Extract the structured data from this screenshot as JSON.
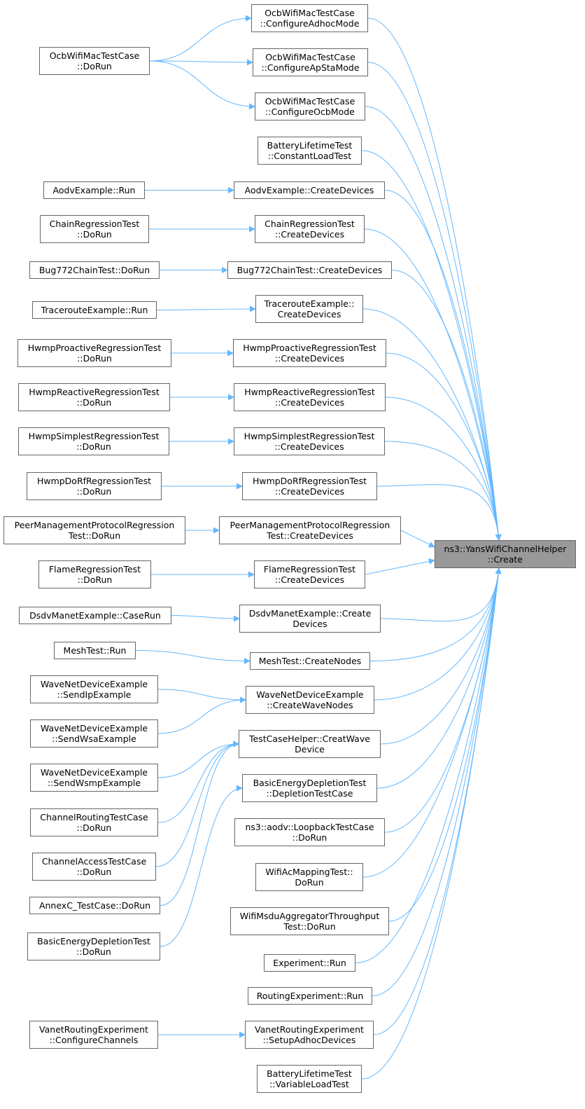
{
  "graph": {
    "edge_color": "#63b8ff",
    "target": {
      "id": "target",
      "lines": [
        "ns3::YansWifiChannelHelper",
        "::Create"
      ]
    },
    "nodes": [
      {
        "id": "m1",
        "lines": [
          "OcbWifiMacTestCase",
          "::ConfigureAdhocMode"
        ]
      },
      {
        "id": "m2",
        "lines": [
          "OcbWifiMacTestCase",
          "::ConfigureApStaMode"
        ]
      },
      {
        "id": "m3",
        "lines": [
          "OcbWifiMacTestCase",
          "::ConfigureOcbMode"
        ]
      },
      {
        "id": "m4",
        "lines": [
          "BatteryLifetimeTest",
          "::ConstantLoadTest"
        ]
      },
      {
        "id": "m5",
        "lines": [
          "AodvExample::CreateDevices"
        ]
      },
      {
        "id": "m6",
        "lines": [
          "ChainRegressionTest",
          "::CreateDevices"
        ]
      },
      {
        "id": "m7",
        "lines": [
          "Bug772ChainTest::CreateDevices"
        ]
      },
      {
        "id": "m8",
        "lines": [
          "TracerouteExample::",
          "CreateDevices"
        ]
      },
      {
        "id": "m9",
        "lines": [
          "HwmpProactiveRegressionTest",
          "::CreateDevices"
        ]
      },
      {
        "id": "m10",
        "lines": [
          "HwmpReactiveRegressionTest",
          "::CreateDevices"
        ]
      },
      {
        "id": "m11",
        "lines": [
          "HwmpSimplestRegressionTest",
          "::CreateDevices"
        ]
      },
      {
        "id": "m12",
        "lines": [
          "HwmpDoRfRegressionTest",
          "::CreateDevices"
        ]
      },
      {
        "id": "m13",
        "lines": [
          "PeerManagementProtocolRegression",
          "Test::CreateDevices"
        ]
      },
      {
        "id": "m14",
        "lines": [
          "FlameRegressionTest",
          "::CreateDevices"
        ]
      },
      {
        "id": "m15",
        "lines": [
          "DsdvManetExample::Create",
          "Devices"
        ]
      },
      {
        "id": "m16",
        "lines": [
          "MeshTest::CreateNodes"
        ]
      },
      {
        "id": "m17",
        "lines": [
          "WaveNetDeviceExample",
          "::CreateWaveNodes"
        ]
      },
      {
        "id": "m18",
        "lines": [
          "TestCaseHelper::CreatWave",
          "Device"
        ]
      },
      {
        "id": "m19",
        "lines": [
          "BasicEnergyDepletionTest",
          "::DepletionTestCase"
        ]
      },
      {
        "id": "m20",
        "lines": [
          "ns3::aodv::LoopbackTestCase",
          "::DoRun"
        ]
      },
      {
        "id": "m21",
        "lines": [
          "WifiAcMappingTest::",
          "DoRun"
        ]
      },
      {
        "id": "m22",
        "lines": [
          "WifiMsduAggregatorThroughput",
          "Test::DoRun"
        ]
      },
      {
        "id": "m23",
        "lines": [
          "Experiment::Run"
        ]
      },
      {
        "id": "m24",
        "lines": [
          "RoutingExperiment::Run"
        ]
      },
      {
        "id": "m25",
        "lines": [
          "VanetRoutingExperiment",
          "::SetupAdhocDevices"
        ]
      },
      {
        "id": "m26",
        "lines": [
          "BatteryLifetimeTest",
          "::VariableLoadTest"
        ]
      },
      {
        "id": "l1",
        "lines": [
          "OcbWifiMacTestCase",
          "::DoRun"
        ]
      },
      {
        "id": "l2",
        "lines": [
          "AodvExample::Run"
        ]
      },
      {
        "id": "l3",
        "lines": [
          "ChainRegressionTest",
          "::DoRun"
        ]
      },
      {
        "id": "l4",
        "lines": [
          "Bug772ChainTest::DoRun"
        ]
      },
      {
        "id": "l5",
        "lines": [
          "TracerouteExample::Run"
        ]
      },
      {
        "id": "l6",
        "lines": [
          "HwmpProactiveRegressionTest",
          "::DoRun"
        ]
      },
      {
        "id": "l7",
        "lines": [
          "HwmpReactiveRegressionTest",
          "::DoRun"
        ]
      },
      {
        "id": "l8",
        "lines": [
          "HwmpSimplestRegressionTest",
          "::DoRun"
        ]
      },
      {
        "id": "l9",
        "lines": [
          "HwmpDoRfRegressionTest",
          "::DoRun"
        ]
      },
      {
        "id": "l10",
        "lines": [
          "PeerManagementProtocolRegression",
          "Test::DoRun"
        ]
      },
      {
        "id": "l11",
        "lines": [
          "FlameRegressionTest",
          "::DoRun"
        ]
      },
      {
        "id": "l12",
        "lines": [
          "DsdvManetExample::CaseRun"
        ]
      },
      {
        "id": "l13",
        "lines": [
          "MeshTest::Run"
        ]
      },
      {
        "id": "l14",
        "lines": [
          "WaveNetDeviceExample",
          "::SendIpExample"
        ]
      },
      {
        "id": "l15",
        "lines": [
          "WaveNetDeviceExample",
          "::SendWsaExample"
        ]
      },
      {
        "id": "l16",
        "lines": [
          "WaveNetDeviceExample",
          "::SendWsmpExample"
        ]
      },
      {
        "id": "l17",
        "lines": [
          "ChannelRoutingTestCase",
          "::DoRun"
        ]
      },
      {
        "id": "l18",
        "lines": [
          "ChannelAccessTestCase",
          "::DoRun"
        ]
      },
      {
        "id": "l19",
        "lines": [
          "AnnexC_TestCase::DoRun"
        ]
      },
      {
        "id": "l20",
        "lines": [
          "BasicEnergyDepletionTest",
          "::DoRun"
        ]
      },
      {
        "id": "l21",
        "lines": [
          "VanetRoutingExperiment",
          "::ConfigureChannels"
        ]
      }
    ],
    "edges": [
      [
        "m1",
        "target"
      ],
      [
        "m2",
        "target"
      ],
      [
        "m3",
        "target"
      ],
      [
        "m4",
        "target"
      ],
      [
        "m5",
        "target"
      ],
      [
        "m6",
        "target"
      ],
      [
        "m7",
        "target"
      ],
      [
        "m8",
        "target"
      ],
      [
        "m9",
        "target"
      ],
      [
        "m10",
        "target"
      ],
      [
        "m11",
        "target"
      ],
      [
        "m12",
        "target"
      ],
      [
        "m13",
        "target"
      ],
      [
        "m14",
        "target"
      ],
      [
        "m15",
        "target"
      ],
      [
        "m16",
        "target"
      ],
      [
        "m17",
        "target"
      ],
      [
        "m18",
        "target"
      ],
      [
        "m19",
        "target"
      ],
      [
        "m20",
        "target"
      ],
      [
        "m21",
        "target"
      ],
      [
        "m22",
        "target"
      ],
      [
        "m23",
        "target"
      ],
      [
        "m24",
        "target"
      ],
      [
        "m25",
        "target"
      ],
      [
        "m26",
        "target"
      ],
      [
        "l1",
        "m1"
      ],
      [
        "l1",
        "m2"
      ],
      [
        "l1",
        "m3"
      ],
      [
        "l2",
        "m5"
      ],
      [
        "l3",
        "m6"
      ],
      [
        "l4",
        "m7"
      ],
      [
        "l5",
        "m8"
      ],
      [
        "l6",
        "m9"
      ],
      [
        "l7",
        "m10"
      ],
      [
        "l8",
        "m11"
      ],
      [
        "l9",
        "m12"
      ],
      [
        "l10",
        "m13"
      ],
      [
        "l11",
        "m14"
      ],
      [
        "l12",
        "m15"
      ],
      [
        "l13",
        "m16"
      ],
      [
        "l14",
        "m17"
      ],
      [
        "l15",
        "m17"
      ],
      [
        "l16",
        "m18"
      ],
      [
        "l17",
        "m18"
      ],
      [
        "l18",
        "m18"
      ],
      [
        "l19",
        "m18"
      ],
      [
        "l20",
        "m19"
      ],
      [
        "l21",
        "m25"
      ]
    ]
  }
}
